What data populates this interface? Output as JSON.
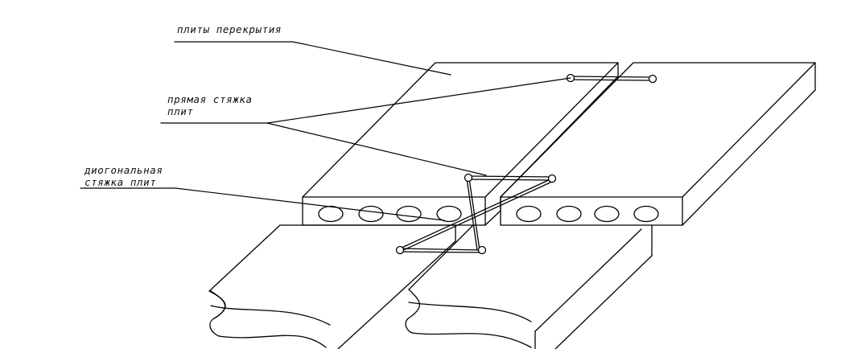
{
  "labels": {
    "floor_slabs": "плиты перекрытия",
    "straight_tie_line1": "прямая стяжка",
    "straight_tie_line2": "плит",
    "diagonal_tie_line1": "диогональная",
    "diagonal_tie_line2": "стяжка плит"
  },
  "colors": {
    "stroke": "#000000",
    "background": "#ffffff",
    "text": "#111111"
  }
}
